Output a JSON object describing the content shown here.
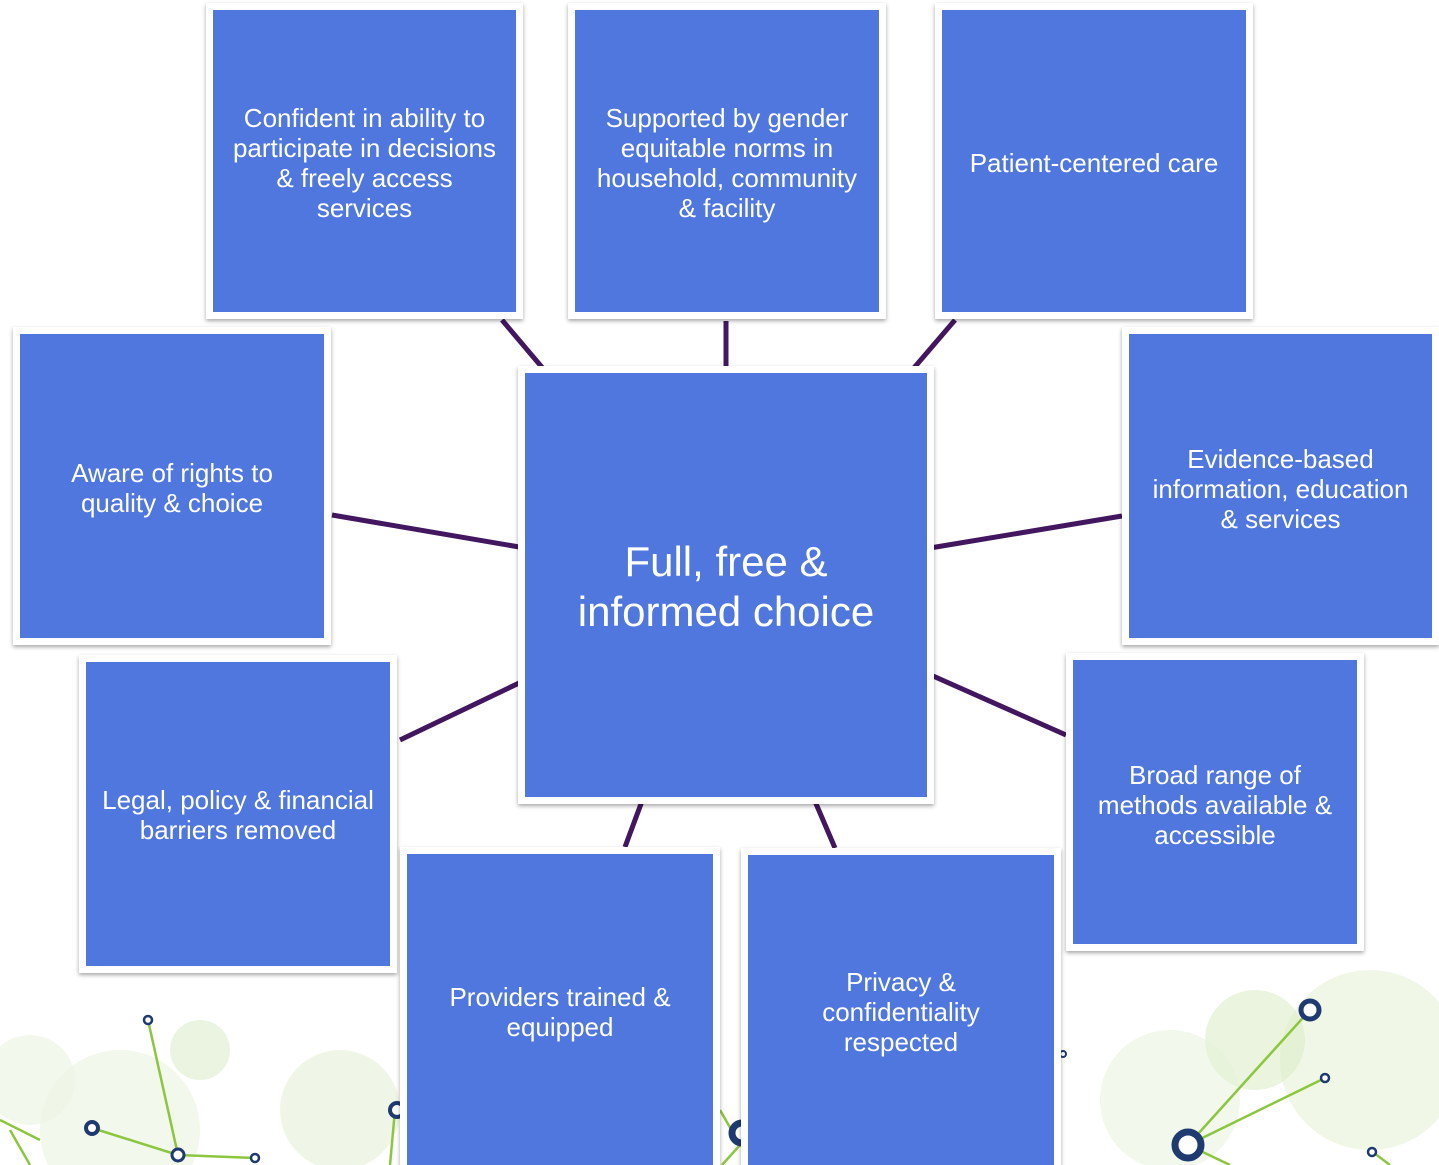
{
  "diagram": {
    "center": "Full, free &\ninformed choice",
    "nodes": [
      {
        "id": "confident",
        "label": "Confident in ability to\nparticipate in decisions\n& freely access\nservices"
      },
      {
        "id": "gender-norms",
        "label": "Supported by gender\nequitable norms in\nhousehold, community\n& facility"
      },
      {
        "id": "patient-centered",
        "label": "Patient-centered care"
      },
      {
        "id": "aware-rights",
        "label": "Aware of rights to\nquality & choice"
      },
      {
        "id": "evidence-based",
        "label": "Evidence-based\ninformation, education\n& services"
      },
      {
        "id": "legal-barriers",
        "label": "Legal, policy & financial\nbarriers removed"
      },
      {
        "id": "broad-range",
        "label": "Broad range of\nmethods available &\naccessible"
      },
      {
        "id": "providers",
        "label": "Providers trained &\nequipped"
      },
      {
        "id": "privacy",
        "label": "Privacy &\nconfidentiality\nrespected"
      }
    ]
  },
  "colors": {
    "box_fill": "#5077dd",
    "connector": "#42175f",
    "network_line": "#8cc63f",
    "network_node": "#1f3a70"
  }
}
